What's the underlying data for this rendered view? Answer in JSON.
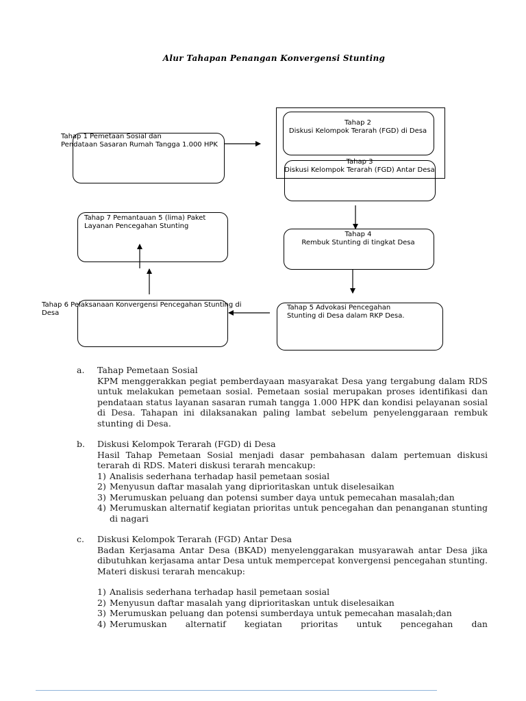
{
  "title": "Alur  Tahapan Penangan Konvergensi Stunting",
  "flow": {
    "tahap1": [
      "Tahap 1 Pemetaan Sosial dan",
      "Pendataan Sasaran Rumah Tangga 1.000 HPK"
    ],
    "tahap2": [
      "Tahap 2",
      "Diskusi Kelompok Terarah (FGD) di Desa"
    ],
    "tahap3": [
      "Tahap 3",
      "Diskusi Kelompok Terarah (FGD) Antar Desa"
    ],
    "tahap4": [
      "Tahap 4",
      "Rembuk Stunting di tingkat Desa"
    ],
    "tahap5": [
      "Tahap 5 Advokasi Pencegahan",
      "Stunting di Desa dalam RKP Desa."
    ],
    "tahap6": [
      "Tahap 6 Pelaksanaan Konvergensi Pencegahan Stunting di",
      "Desa"
    ],
    "tahap7": [
      "Tahap 7 Pemantauan 5 (lima) Paket",
      "Layanan Pencegahan Stunting"
    ]
  },
  "sections": {
    "a": {
      "marker": "a.",
      "heading": "Tahap Pemetaan Sosial",
      "body": "KPM menggerakkan pegiat pemberdayaan masyarakat Desa yang tergabung dalam RDS untuk melakukan pemetaan sosial. Pemetaan sosial merupakan proses identifikasi dan pendataan status layanan sasaran rumah tangga 1.000 HPK dan kondisi pelayanan sosial di Desa. Tahapan ini dilaksanakan paling lambat sebelum penyelenggaraan rembuk stunting di Desa."
    },
    "b": {
      "marker": "b.",
      "heading": "Diskusi Kelompok Terarah (FGD) di Desa",
      "body": "Hasil Tahap Pemetaan Sosial menjadi dasar pembahasan dalam pertemuan diskusi terarah di RDS. Materi diskusi terarah mencakup:",
      "items": [
        {
          "num": "1)",
          "text": "Analisis sederhana terhadap hasil pemetaan sosial"
        },
        {
          "num": "2)",
          "text": "Menyusun daftar masalah yang diprioritaskan untuk diselesaikan"
        },
        {
          "num": "3)",
          "text": "Merumuskan peluang dan potensi sumber daya untuk pemecahan masalah;dan"
        },
        {
          "num": "4)",
          "text": "Merumuskan alternatif kegiatan prioritas untuk pencegahan dan penanganan stunting di nagari"
        }
      ]
    },
    "c": {
      "marker": "c.",
      "heading": "Diskusi Kelompok Terarah (FGD) Antar Desa",
      "body": "Badan Kerjasama Antar Desa (BKAD) menyelenggarakan musyarawah antar Desa jika dibutuhkan kerjasama antar Desa untuk mempercepat konvergensi pencegahan stunting. Materi diskusi terarah mencakup:",
      "items": [
        {
          "num": "1)",
          "text": "Analisis sederhana terhadap hasil pemetaan sosial"
        },
        {
          "num": "2)",
          "text": "Menyusun daftar masalah yang diprioritaskan untuk diselesaikan"
        },
        {
          "num": "3)",
          "text": "Merumuskan peluang dan potensi sumberdaya untuk pemecahan masalah;dan"
        },
        {
          "num": "4)",
          "text": "Merumuskan alternatif kegiatan prioritas untuk pencegahan dan"
        }
      ]
    }
  }
}
